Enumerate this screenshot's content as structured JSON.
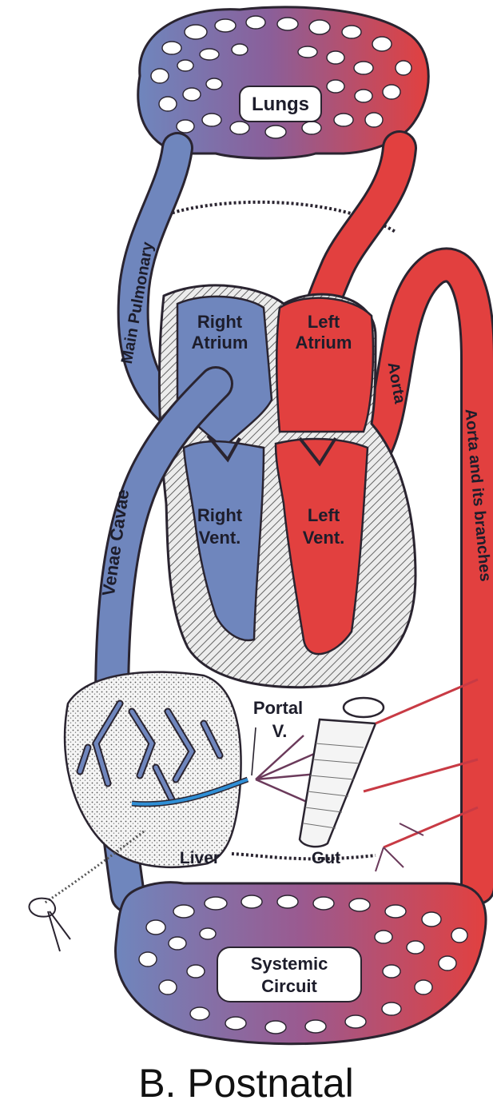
{
  "title": "B. Postnatal",
  "colors": {
    "oxygenated": "#e2403f",
    "deoxygenated": "#6f86bd",
    "portal": "#2f8fd6",
    "outline": "#2a2430",
    "paper": "#ffffff",
    "heart_wall": "#e9e9e9",
    "liver": "#f3f3f3"
  },
  "labels": {
    "lungs": "Lungs",
    "right_atrium": [
      "Right",
      "Atrium"
    ],
    "left_atrium": [
      "Left",
      "Atrium"
    ],
    "right_vent": [
      "Right",
      "Vent."
    ],
    "left_vent": [
      "Left",
      "Vent."
    ],
    "main_pulmonary": "Main Pulmonary",
    "venae_cavae": "Venae Cavae",
    "aorta": "Aorta",
    "aorta_branches": "Aorta and its branches",
    "portal_v": [
      "Portal",
      "V."
    ],
    "liver": "Liver",
    "gut": "Gut",
    "systemic_circuit": [
      "Systemic",
      "Circuit"
    ]
  }
}
